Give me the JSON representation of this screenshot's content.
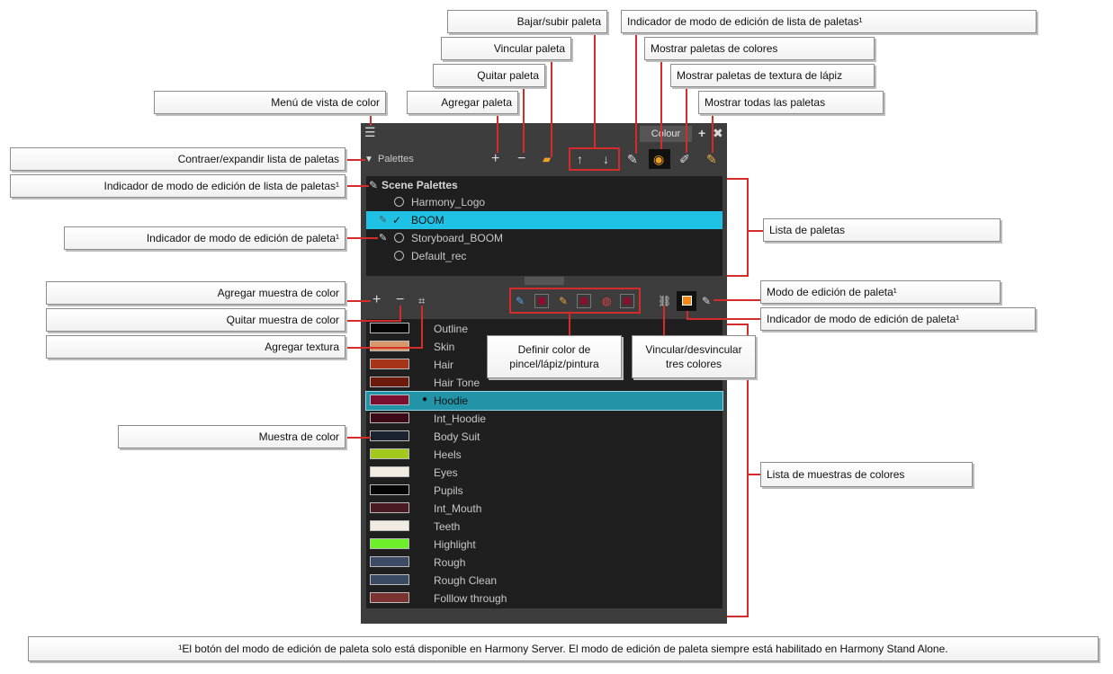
{
  "callouts": {
    "bajar_subir": "Bajar/subir paleta",
    "vincular": "Vincular paleta",
    "quitar": "Quitar paleta",
    "agregar": "Agregar paleta",
    "menu_vista": "Menú de vista de color",
    "contraer": "Contraer/expandir lista de paletas",
    "indicador_lista_left": "Indicador de modo de edición de lista de paletas¹",
    "indicador_paleta_left": "Indicador de modo de edición de paleta¹",
    "agregar_muestra": "Agregar muestra de color",
    "quitar_muestra": "Quitar muestra de color",
    "agregar_textura": "Agregar textura",
    "muestra_color": "Muestra de color",
    "indicador_lista_top": "Indicador de modo de edición de lista de paletas¹",
    "mostrar_colores": "Mostrar paletas de colores",
    "mostrar_textura": "Mostrar paletas de textura de lápiz",
    "mostrar_todas": "Mostrar todas las paletas",
    "lista_paletas": "Lista de paletas",
    "modo_edicion": "Modo de edición de paleta¹",
    "indicador_paleta_right": "Indicador de modo de edición de paleta¹",
    "definir_color": "Definir color de pincel/lápiz/pintura",
    "vincular_tres": "Vincular/desvincular tres colores",
    "lista_muestras": "Lista de muestras de colores"
  },
  "footer": "¹El botón del modo de edición de paleta solo está disponible en Harmony Server. El modo de edición de paleta siempre está habilitado en Harmony Stand Alone.",
  "panel": {
    "tab_label": "Colour",
    "section_label": "Palettes",
    "scene_palettes": "Scene Palettes",
    "palettes": [
      "Harmony_Logo",
      "BOOM",
      "Storyboard_BOOM",
      "Default_rec"
    ],
    "selected_palette": "BOOM",
    "swatches": [
      {
        "name": "Outline",
        "color": "#050505"
      },
      {
        "name": "Skin",
        "color": "#d8986a"
      },
      {
        "name": "Hair",
        "color": "#a53418"
      },
      {
        "name": "Hair Tone",
        "color": "#6b1a0c"
      },
      {
        "name": "Hoodie",
        "color": "#7a0f2f"
      },
      {
        "name": "Int_Hoodie",
        "color": "#3c0a17"
      },
      {
        "name": "Body Suit",
        "color": "#1c2330"
      },
      {
        "name": "Heels",
        "color": "#a4c91e"
      },
      {
        "name": "Eyes",
        "color": "#f2ebe2"
      },
      {
        "name": "Pupils",
        "color": "#050505"
      },
      {
        "name": "Int_Mouth",
        "color": "#4a1a22"
      },
      {
        "name": "Teeth",
        "color": "#f2ebe2"
      },
      {
        "name": "Highlight",
        "color": "#6bf02a"
      },
      {
        "name": "Rough",
        "color": "#3e4b66"
      },
      {
        "name": "Rough Clean",
        "color": "#3a4a63"
      },
      {
        "name": "Folllow through",
        "color": "#7a3330"
      }
    ],
    "selected_swatch": "Hoodie"
  }
}
